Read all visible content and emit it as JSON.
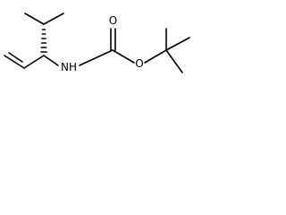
{
  "molecule": {
    "atoms": {
      "nitrogen": "NH",
      "carbonyl_oxygen": "O",
      "ester_oxygen": "O"
    }
  },
  "colors": {
    "bond": "#000000",
    "label": "#000000",
    "background": "#ffffff"
  }
}
